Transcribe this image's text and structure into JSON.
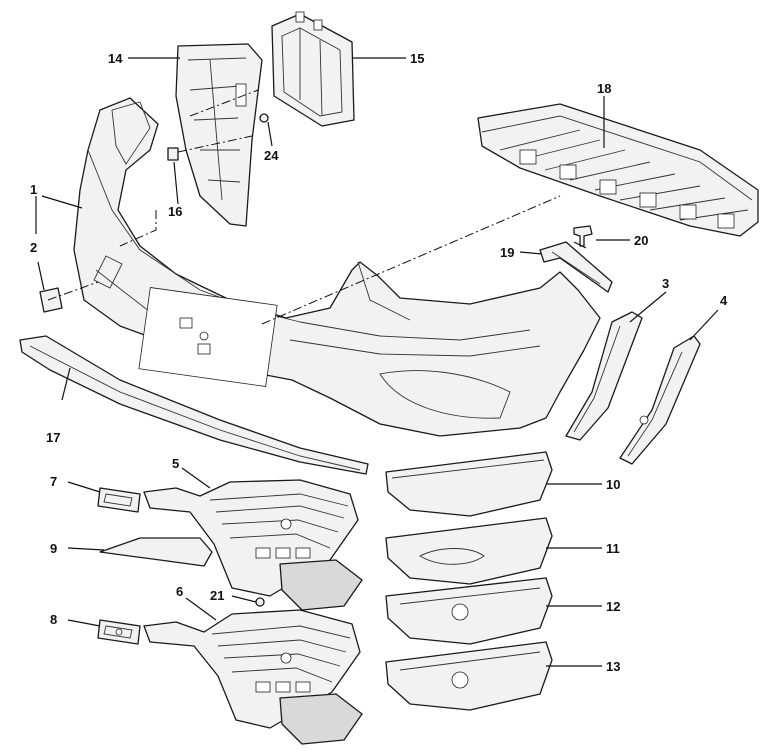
{
  "diagram": {
    "callouts": [
      {
        "id": "c1",
        "label": "1"
      },
      {
        "id": "c2",
        "label": "2"
      },
      {
        "id": "c3",
        "label": "3"
      },
      {
        "id": "c4",
        "label": "4"
      },
      {
        "id": "c5",
        "label": "5"
      },
      {
        "id": "c6",
        "label": "6"
      },
      {
        "id": "c7",
        "label": "7"
      },
      {
        "id": "c8",
        "label": "8"
      },
      {
        "id": "c9",
        "label": "9"
      },
      {
        "id": "c10",
        "label": "10"
      },
      {
        "id": "c11",
        "label": "11"
      },
      {
        "id": "c12",
        "label": "12"
      },
      {
        "id": "c13",
        "label": "13"
      },
      {
        "id": "c14",
        "label": "14"
      },
      {
        "id": "c15",
        "label": "15"
      },
      {
        "id": "c16",
        "label": "16"
      },
      {
        "id": "c17",
        "label": "17"
      },
      {
        "id": "c18",
        "label": "18"
      },
      {
        "id": "c19",
        "label": "19"
      },
      {
        "id": "c20",
        "label": "20"
      },
      {
        "id": "c21",
        "label": "21"
      },
      {
        "id": "c24",
        "label": "24"
      }
    ]
  }
}
